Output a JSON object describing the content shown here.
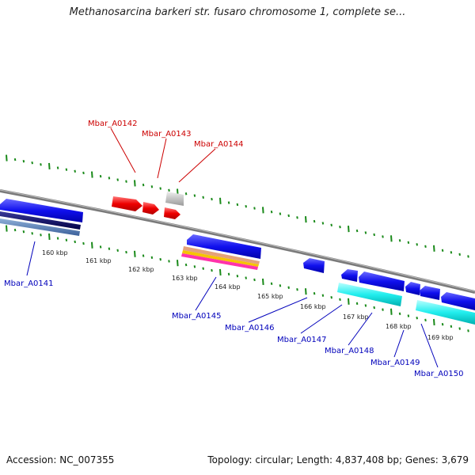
{
  "title": "Methanosarcina barkeri str. fusaro chromosome 1, complete se...",
  "footer": {
    "accession": "Accession: NC_007355",
    "summary": "Topology: circular; Length: 4,837,408 bp; Genes: 3,679"
  },
  "colors": {
    "forward_label": "#cc0000",
    "reverse_label": "#0000bb",
    "ticks": "#1a8a1a",
    "backbone": "#7a7a7a"
  },
  "scale_ticks": [
    "160 kbp",
    "161 kbp",
    "162 kbp",
    "163 kbp",
    "164 kbp",
    "165 kbp",
    "166 kbp",
    "167 kbp",
    "168 kbp",
    "169 kbp"
  ],
  "genes_forward": [
    "Mbar_A0142",
    "Mbar_A0143",
    "Mbar_A0144"
  ],
  "genes_reverse": [
    "Mbar_A0141",
    "Mbar_A0145",
    "Mbar_A0146",
    "Mbar_A0147",
    "Mbar_A0148",
    "Mbar_A0149",
    "Mbar_A0150"
  ]
}
